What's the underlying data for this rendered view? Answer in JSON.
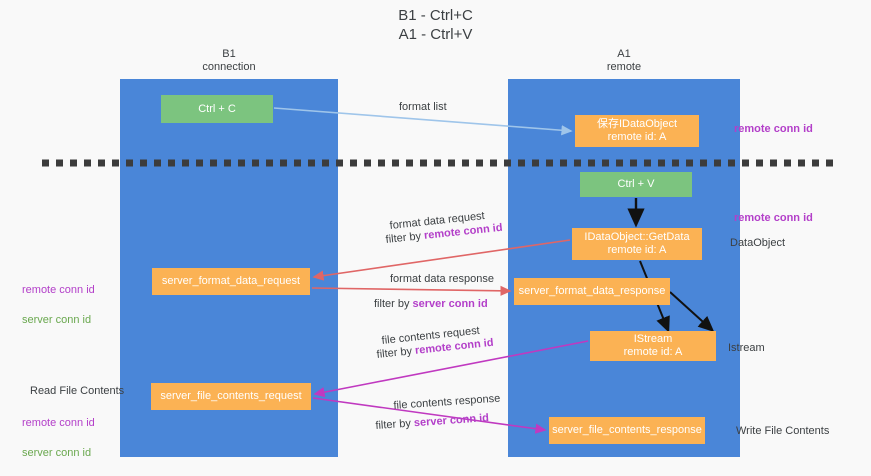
{
  "title": "B1 - Ctrl+C\nA1 - Ctrl+V",
  "lanes": [
    {
      "name": "b1",
      "header": "B1\nconnection"
    },
    {
      "name": "a1",
      "header": "A1\nremote"
    }
  ],
  "boxes": {
    "ctrl_c": "Ctrl + C",
    "save_idataobject": "保存IDataObject\nremote id: A",
    "ctrl_v": "Ctrl + V",
    "getdata": "IDataObject::GetData\nremote id: A",
    "server_format_data_request": "server_format_data_request",
    "server_format_data_response": "server_format_data_response",
    "istream": "IStream\nremote id: A",
    "server_file_contents_request": "server_file_contents_request",
    "server_file_contents_response": "server_file_contents_response"
  },
  "annotations": {
    "remote_conn_id": "remote conn id",
    "server_conn_id": "server conn id",
    "dataobject": "DataObject",
    "istream": "Istream",
    "read_file_contents": "Read File Contents",
    "write_file_contents": "Write File Contents"
  },
  "arrow_labels": {
    "format_list": "format list",
    "format_data_request": "format data request",
    "filter_by_prefix": "filter by ",
    "format_data_response": "format data response",
    "file_contents_request": "file contents request",
    "file_contents_response": "file contents response"
  },
  "colors": {
    "lane": "#4a86d8",
    "green_box": "#7cc47f",
    "orange_box": "#fbb254",
    "purple_text": "#b33fc9",
    "green_text": "#6aa84f",
    "arrow_light_blue": "#9fc5ea",
    "arrow_red": "#e06666",
    "arrow_magenta": "#c039c0",
    "arrow_black": "#000000",
    "divider": "#3c3c3c",
    "background": "#f9f9f9"
  }
}
